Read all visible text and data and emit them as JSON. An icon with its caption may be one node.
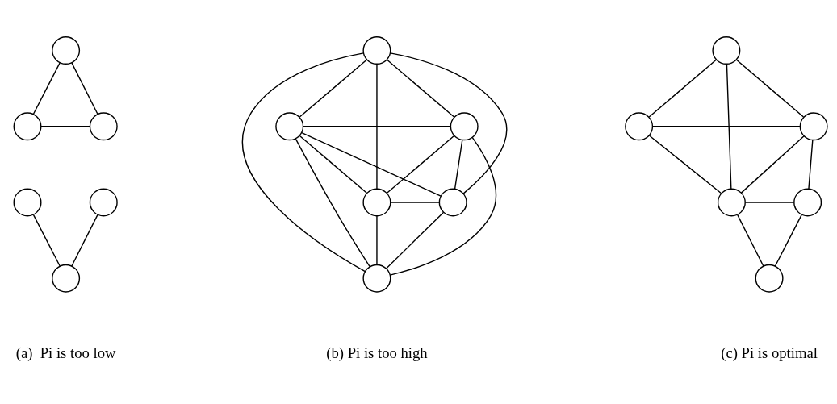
{
  "diagram": {
    "nodes": [
      {
        "text": [],
        "shape": "circle"
      },
      {
        "text": [],
        "shape": "circle"
      },
      {
        "text": [],
        "shape": "circle"
      },
      {
        "text": [],
        "shape": "circle"
      },
      {
        "text": [],
        "shape": "circle"
      },
      {
        "text": [],
        "shape": "circle"
      },
      {
        "text": [],
        "shape": "circle"
      },
      {
        "text": [],
        "shape": "circle"
      },
      {
        "text": [],
        "shape": "circle"
      },
      {
        "text": [],
        "shape": "circle"
      },
      {
        "text": [],
        "shape": "circle"
      },
      {
        "text": [],
        "shape": "circle"
      },
      {
        "text": [],
        "shape": "circle"
      },
      {
        "text": [],
        "shape": "circle"
      },
      {
        "text": [],
        "shape": "circle"
      },
      {
        "text": [],
        "shape": "circle"
      },
      {
        "text": [],
        "shape": "circle"
      },
      {
        "text": [],
        "shape": "circle"
      }
    ],
    "edges": [
      {
        "from": 0,
        "to": 1,
        "arrow": "none"
      },
      {
        "from": 0,
        "to": 2,
        "arrow": "none"
      },
      {
        "from": 1,
        "to": 2,
        "arrow": "none"
      },
      {
        "from": 3,
        "to": 5,
        "arrow": "none"
      },
      {
        "from": 4,
        "to": 5,
        "arrow": "none"
      },
      {
        "from": 6,
        "to": 7,
        "arrow": "none"
      },
      {
        "from": 6,
        "to": 8,
        "arrow": "none"
      },
      {
        "from": 6,
        "to": 9,
        "arrow": "none"
      },
      {
        "from": 6,
        "to": 10,
        "arrow": "none"
      },
      {
        "from": 6,
        "to": 11,
        "arrow": "none"
      },
      {
        "from": 7,
        "to": 8,
        "arrow": "none"
      },
      {
        "from": 7,
        "to": 9,
        "arrow": "none"
      },
      {
        "from": 7,
        "to": 10,
        "arrow": "none"
      },
      {
        "from": 7,
        "to": 11,
        "arrow": "none"
      },
      {
        "from": 8,
        "to": 9,
        "arrow": "none"
      },
      {
        "from": 8,
        "to": 10,
        "arrow": "none"
      },
      {
        "from": 8,
        "to": 11,
        "arrow": "none"
      },
      {
        "from": 9,
        "to": 10,
        "arrow": "none"
      },
      {
        "from": 9,
        "to": 11,
        "arrow": "none"
      },
      {
        "from": 10,
        "to": 11,
        "arrow": "none"
      },
      {
        "from": 12,
        "to": 13,
        "arrow": "none"
      },
      {
        "from": 12,
        "to": 14,
        "arrow": "none"
      },
      {
        "from": 12,
        "to": 15,
        "arrow": "none"
      },
      {
        "from": 13,
        "to": 14,
        "arrow": "none"
      },
      {
        "from": 13,
        "to": 15,
        "arrow": "none"
      },
      {
        "from": 14,
        "to": 15,
        "arrow": "none"
      },
      {
        "from": 14,
        "to": 16,
        "arrow": "none"
      },
      {
        "from": 15,
        "to": 16,
        "arrow": "none"
      },
      {
        "from": 15,
        "to": 17,
        "arrow": "none"
      },
      {
        "from": 16,
        "to": 17,
        "arrow": "none"
      }
    ],
    "labels": [
      "(a)  Pi is too low",
      "(b) Pi is too high",
      "(c) Pi is optimal"
    ]
  }
}
